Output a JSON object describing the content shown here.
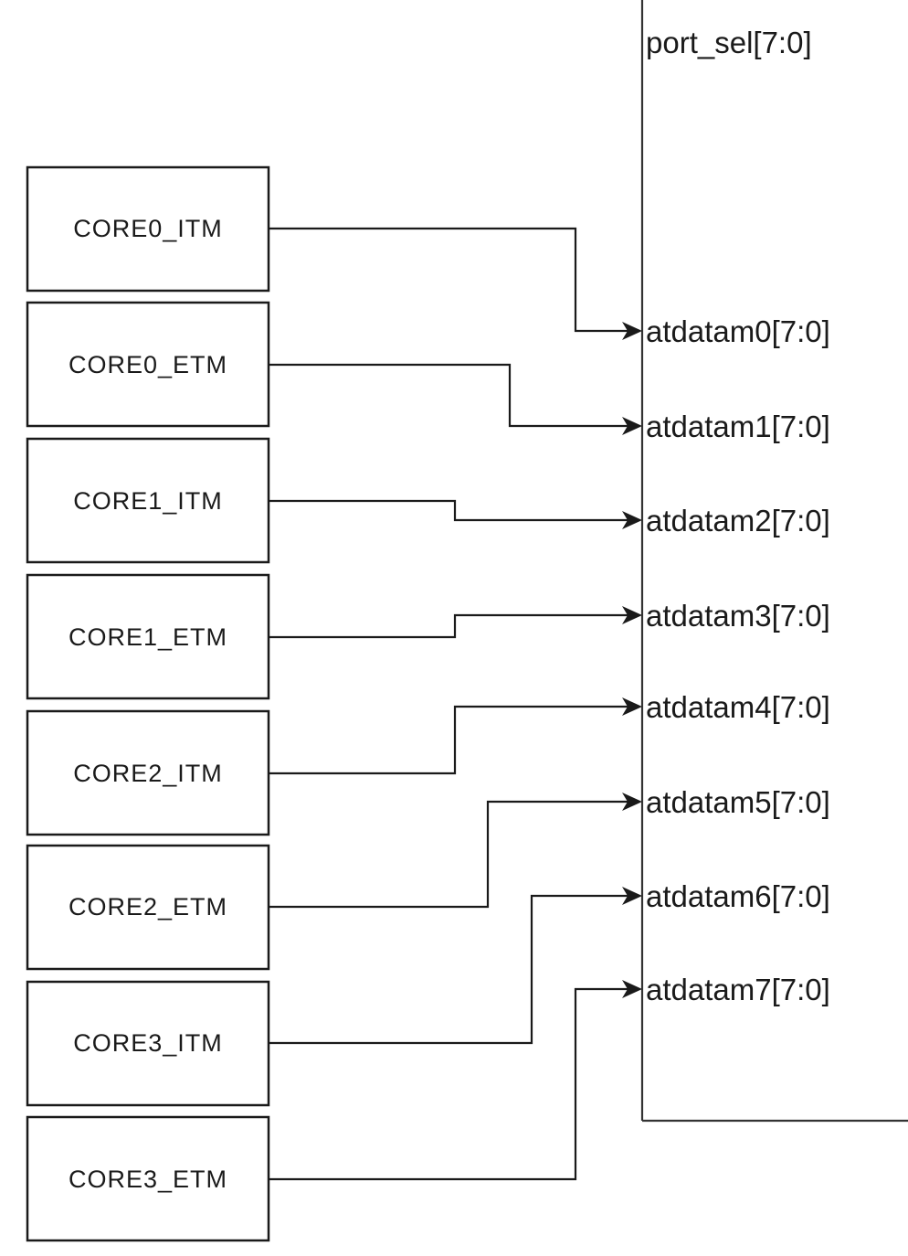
{
  "diagram": {
    "select_label": "port_sel[7:0]",
    "connections": [
      {
        "source": "CORE0_ITM",
        "port": "atdatam0[7:0]"
      },
      {
        "source": "CORE0_ETM",
        "port": "atdatam1[7:0]"
      },
      {
        "source": "CORE1_ITM",
        "port": "atdatam2[7:0]"
      },
      {
        "source": "CORE1_ETM",
        "port": "atdatam3[7:0]"
      },
      {
        "source": "CORE2_ITM",
        "port": "atdatam4[7:0]"
      },
      {
        "source": "CORE2_ETM",
        "port": "atdatam5[7:0]"
      },
      {
        "source": "CORE3_ITM",
        "port": "atdatam6[7:0]"
      },
      {
        "source": "CORE3_ETM",
        "port": "atdatam7[7:0]"
      }
    ]
  }
}
